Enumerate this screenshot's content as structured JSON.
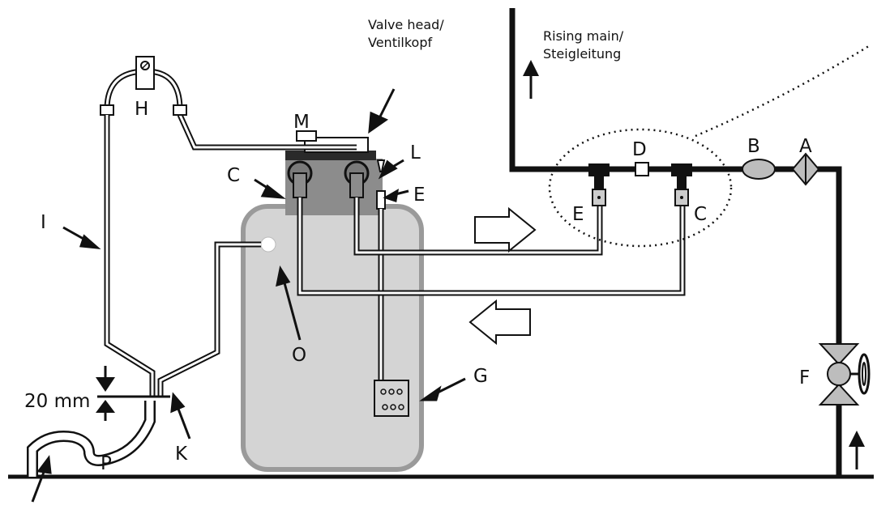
{
  "labels": {
    "valve_head": [
      "Valve head/",
      "Ventilkopf"
    ],
    "rising_main": [
      "Rising main/",
      "Steigleitung"
    ],
    "measure": "20 mm",
    "A": "A",
    "B": "B",
    "C": "C",
    "C2": "C",
    "D": "D",
    "E": "E",
    "E2": "E",
    "F": "F",
    "G": "G",
    "H": "H",
    "I": "I",
    "K": "K",
    "L": "L",
    "M": "M",
    "O": "O",
    "P": "P"
  },
  "colors": {
    "line": "#111111",
    "tank_fill": "#d4d4d4",
    "tank_border": "#9a9a9a",
    "head_fill": "#8c8c8c",
    "valve_fill": "#bdbdbd"
  }
}
